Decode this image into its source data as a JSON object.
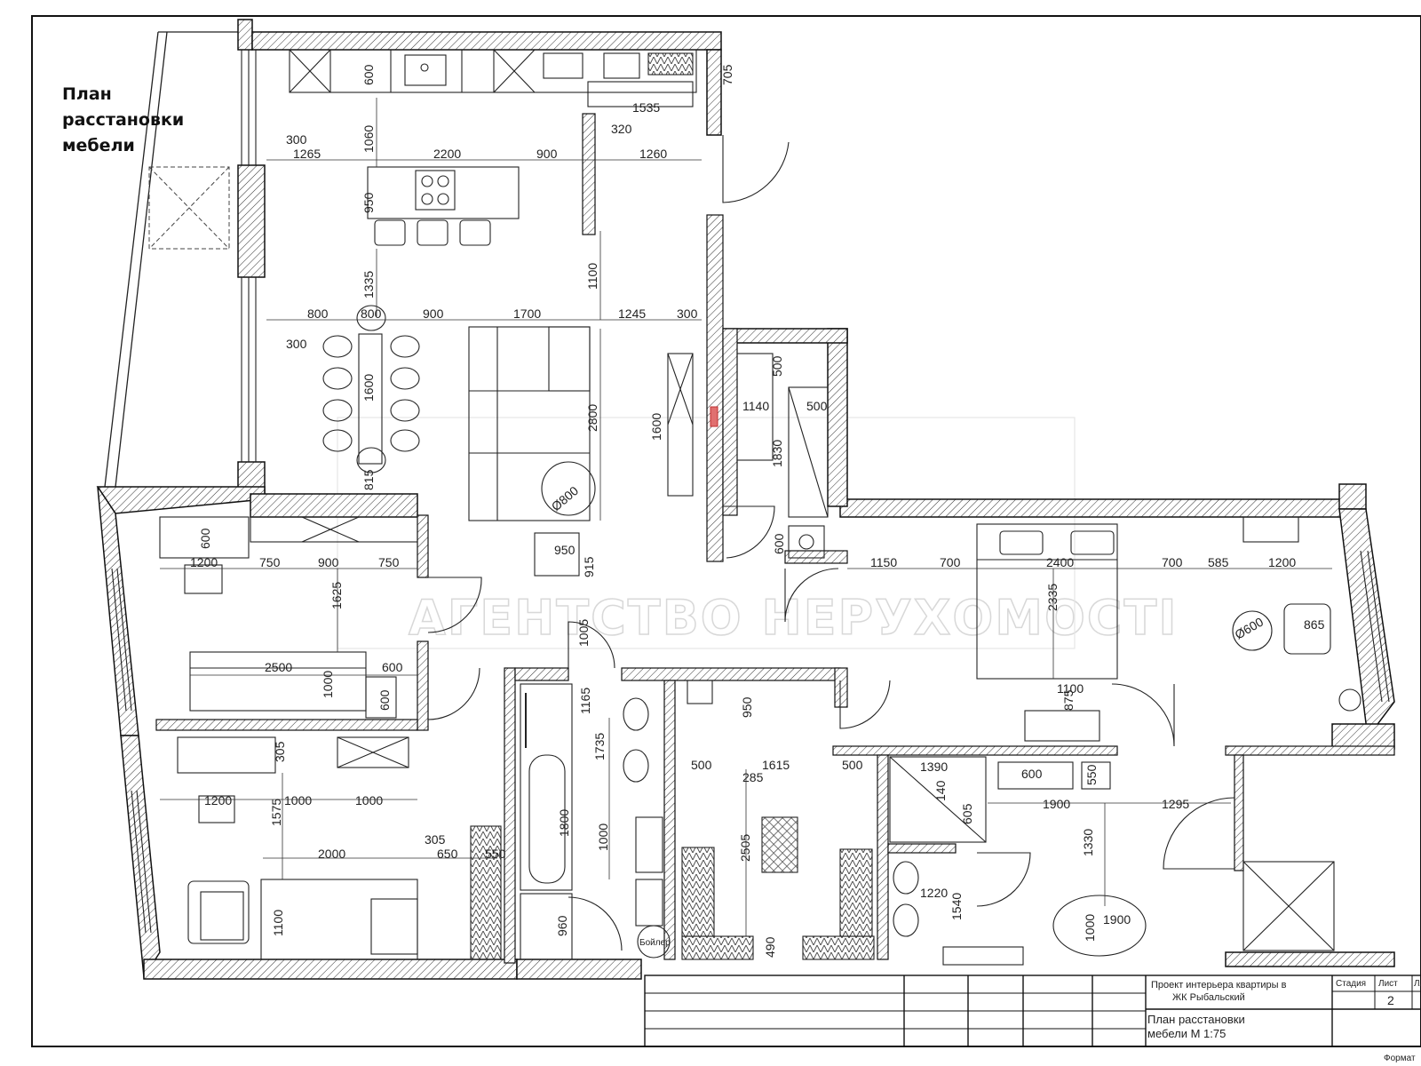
{
  "title": [
    "План",
    "расстановки",
    "мебели"
  ],
  "watermark": "АГЕНТСТВО НЕРУХОМОСТІ",
  "dimensions": {
    "kitchen_depth": "600",
    "kitchen_right": "705",
    "d1535": "1535",
    "d320": "320",
    "d1060": "1060",
    "d300a": "300",
    "d1265": "1265",
    "d2200": "2200",
    "d900a": "900",
    "d1260": "1260",
    "d950a": "950",
    "d1335": "1335",
    "d1100a": "1100",
    "d800a": "800",
    "d800b": "800",
    "d900b": "900",
    "d1700": "1700",
    "d1245": "1245",
    "d300b": "300",
    "d300c": "300",
    "d1600a": "1600",
    "d2800": "2800",
    "d500a": "500",
    "d1140": "1140",
    "d500b": "500",
    "d1600b": "1600",
    "d1830": "1830",
    "d815": "815",
    "d800c": "Ø800",
    "d600a": "600",
    "d1200a": "1200",
    "d750a": "750",
    "d900c": "900",
    "d750b": "750",
    "d950b": "950",
    "d915": "915",
    "d600b": "600",
    "d1150": "1150",
    "d700a": "700",
    "d2400": "2400",
    "d700b": "700",
    "d585": "585",
    "d1200b": "1200",
    "d1625": "1625",
    "d2335": "2335",
    "d600c": "Ø600",
    "d865": "865",
    "d1005": "1005",
    "d2500": "2500",
    "d600d": "600",
    "d1000a": "1000",
    "d600e": "600",
    "d1165": "1165",
    "d950c": "950",
    "d1100b": "1100",
    "d875": "875",
    "d305a": "305",
    "d1735": "1735",
    "d500c": "500",
    "d1615": "1615",
    "d285": "285",
    "d500d": "500",
    "d1390": "1390",
    "d600f": "600",
    "d550a": "550",
    "d1200c": "1200",
    "d1000b": "1000",
    "d1000c": "1000",
    "d1800": "1800",
    "d1900a": "1900",
    "d140": "140",
    "d605": "605",
    "d1295": "1295",
    "d1575": "1575",
    "d305b": "305",
    "d650": "650",
    "d550b": "550",
    "d2000": "2000",
    "d1000d": "1000",
    "d2505": "2505",
    "d1330": "1330",
    "d1220": "1220",
    "d1540": "1540",
    "d1100c": "1100",
    "d960": "960",
    "d490": "490",
    "d1000e": "1000",
    "d1900b": "1900",
    "boiler": "Бойлер"
  },
  "stamp": {
    "project": "Проект интерьера квартиры в",
    "project2": "ЖК Рыбальский",
    "sheet_title": "План расстановки",
    "sheet_title2": "мебели М 1:75",
    "col_stage": "Стадия",
    "col_sheet": "Лист",
    "col_sheets": "Лл",
    "sheet_no": "2",
    "format": "Формат"
  }
}
